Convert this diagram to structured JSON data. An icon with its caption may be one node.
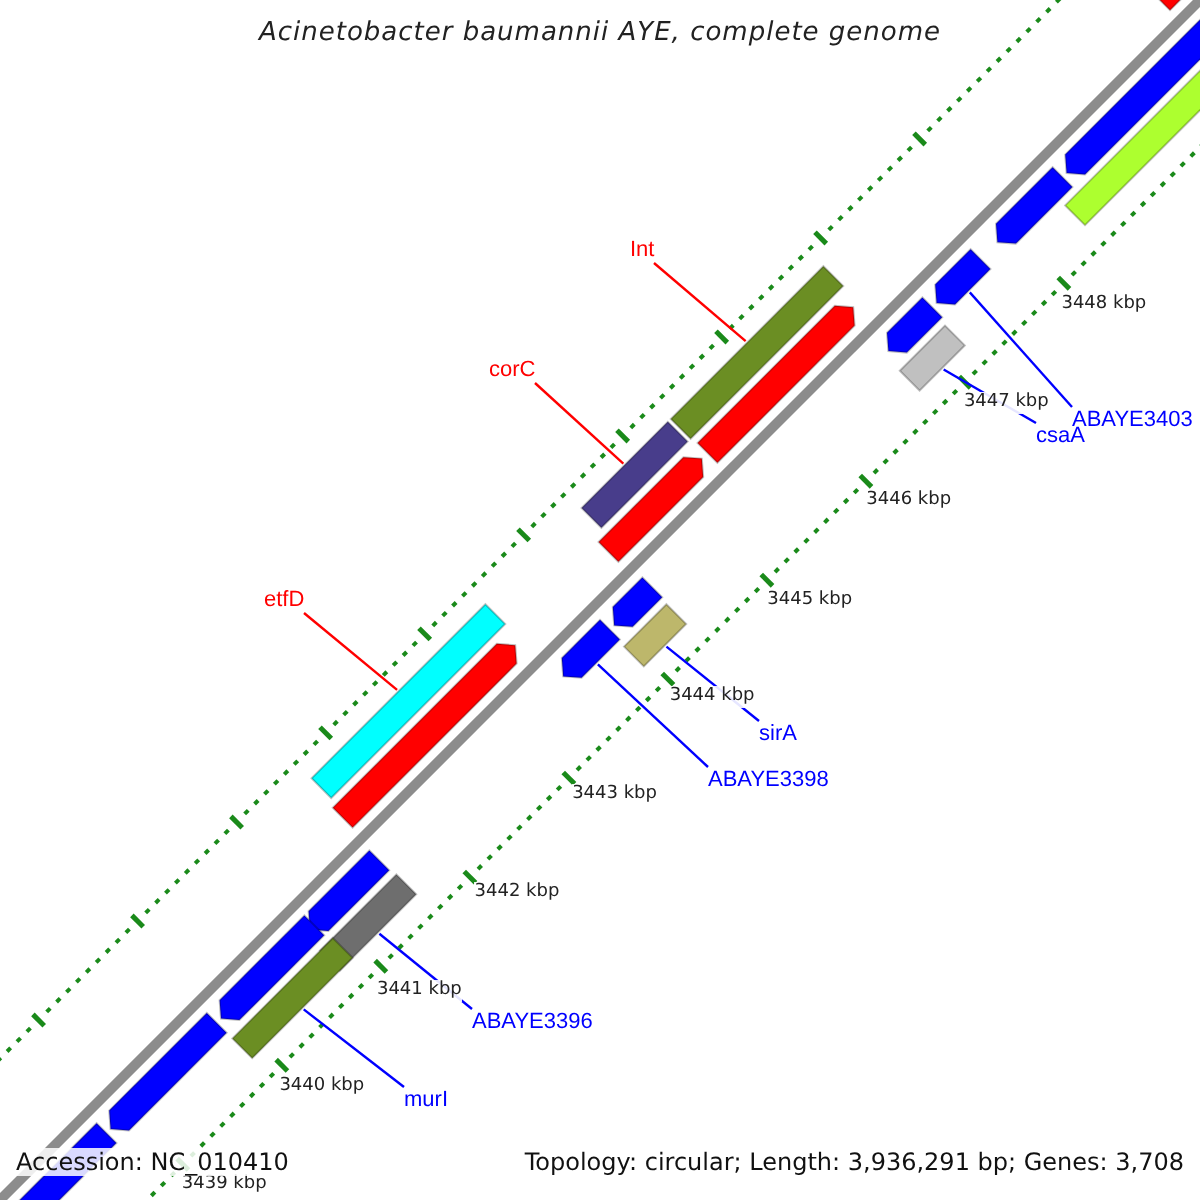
{
  "diagram": {
    "title": "Acinetobacter baumannii AYE, complete genome",
    "nodes": [
      {
        "text": [
          "Int"
        ]
      },
      {
        "text": [],
        "shape": "bar"
      },
      {
        "text": [
          "corC"
        ]
      },
      {
        "text": [],
        "shape": "bar"
      },
      {
        "text": [
          "etfD"
        ]
      },
      {
        "text": [],
        "shape": "bar"
      },
      {
        "text": [
          "csaA"
        ]
      },
      {
        "text": [],
        "shape": "bar"
      },
      {
        "text": [
          "ABAYE3403"
        ]
      },
      {
        "text": [],
        "shape": "arrow"
      },
      {
        "text": [
          "sirA"
        ]
      },
      {
        "text": [],
        "shape": "bar"
      },
      {
        "text": [
          "ABAYE3398"
        ]
      },
      {
        "text": [],
        "shape": "arrow"
      },
      {
        "text": [
          "ABAYE3396"
        ]
      },
      {
        "text": [],
        "shape": "bar"
      },
      {
        "text": [
          "murI"
        ]
      },
      {
        "text": [],
        "shape": "bar"
      }
    ],
    "edges": [
      {
        "from": 0,
        "to": 1,
        "arrow": "none",
        "color": "#ff0000"
      },
      {
        "from": 2,
        "to": 3,
        "arrow": "none",
        "color": "#ff0000"
      },
      {
        "from": 4,
        "to": 5,
        "arrow": "none",
        "color": "#ff0000"
      },
      {
        "from": 6,
        "to": 7,
        "arrow": "none"
      },
      {
        "from": 8,
        "to": 9,
        "arrow": "none"
      },
      {
        "from": 10,
        "to": 11,
        "arrow": "none"
      },
      {
        "from": 12,
        "to": 13,
        "arrow": "none"
      },
      {
        "from": 14,
        "to": 15,
        "arrow": "none"
      },
      {
        "from": 16,
        "to": 17,
        "arrow": "none"
      }
    ],
    "labels": [
      "3448 kbp",
      "3447 kbp",
      "3446 kbp",
      "3445 kbp",
      "3444 kbp",
      "3443 kbp",
      "3442 kbp",
      "3441 kbp",
      "3440 kbp",
      "3439 kbp",
      "Accession: NC_010410",
      "Topology: circular; Length: 3,936,291 bp; Genes: 3,708"
    ]
  }
}
